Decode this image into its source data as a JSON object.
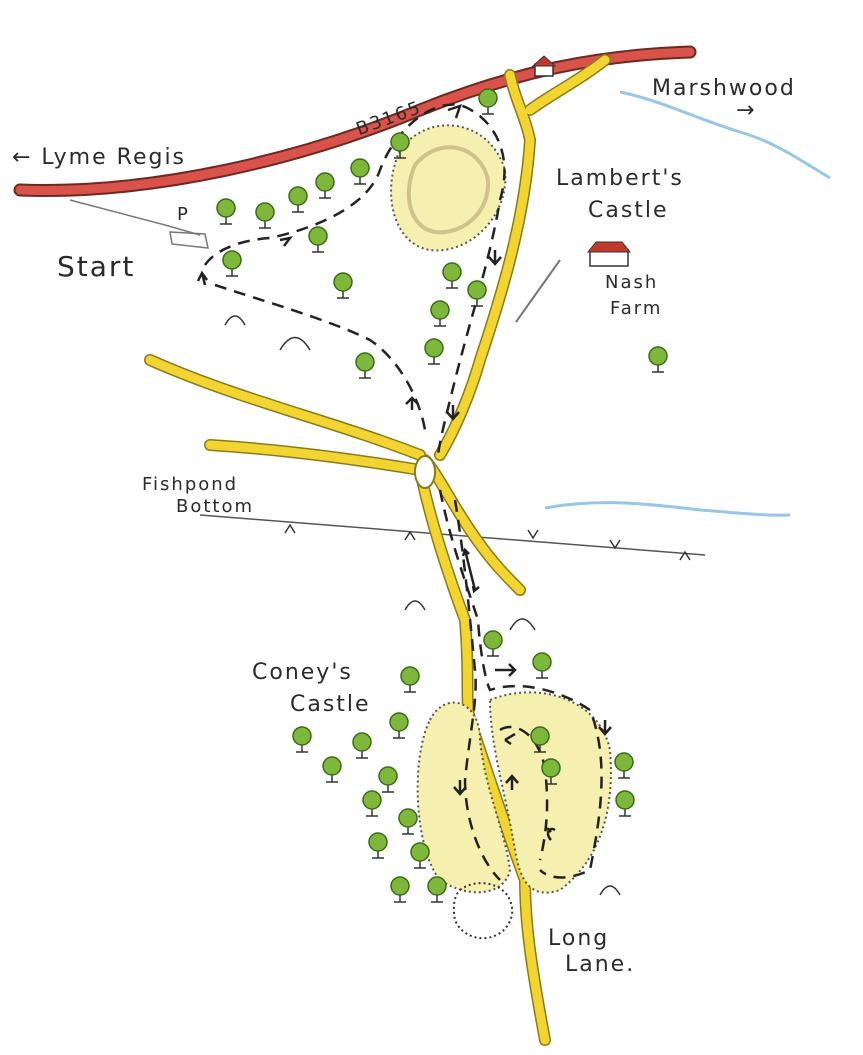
{
  "labels": {
    "road_b3165": "B3165",
    "lyme_regis": "← Lyme Regis",
    "marshwood": "Marshwood",
    "marshwood_arrow": "→",
    "lamberts_castle_1": "Lambert's",
    "lamberts_castle_2": "Castle",
    "start": "Start",
    "parking": "P",
    "nash_farm_1": "Nash",
    "nash_farm_2": "Farm",
    "fishpond_1": "Fishpond",
    "fishpond_2": "Bottom",
    "coneys_castle_1": "Coney's",
    "coneys_castle_2": "Castle",
    "long_lane_1": "Long",
    "long_lane_2": "Lane."
  },
  "colors": {
    "main_road": "#d9534a",
    "lane": "#f2d531",
    "lane_edge": "#8a7a1c",
    "water": "#7fb7e0",
    "hillfort": "#f5efb0",
    "tree_green": "#7db83a",
    "tree_dark": "#3d6b1b",
    "ink": "#2b2b2b",
    "building_roof": "#c0392b"
  },
  "icons": [
    "tree-icon",
    "house-icon",
    "hill-icon",
    "parking-icon",
    "arrow-icon"
  ]
}
